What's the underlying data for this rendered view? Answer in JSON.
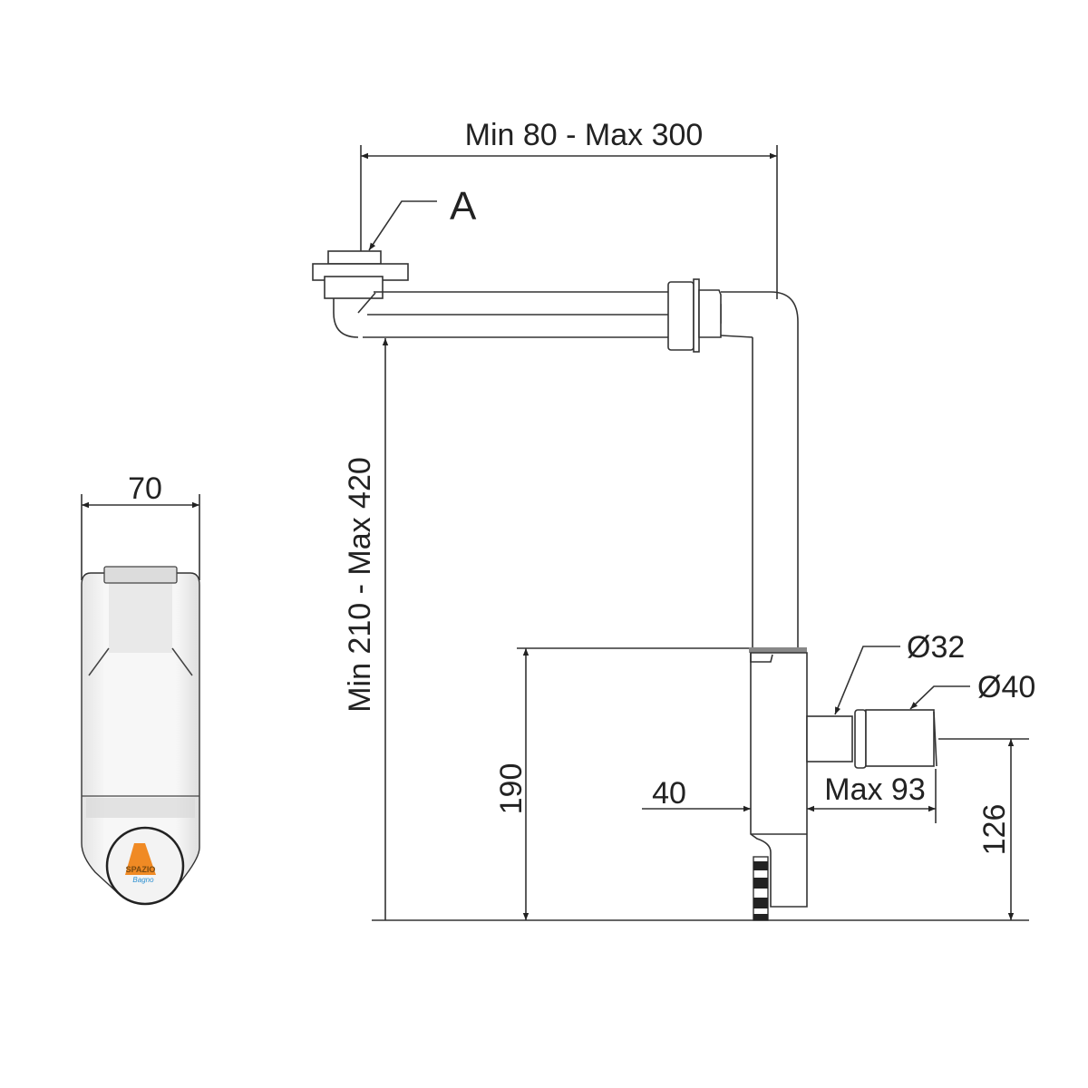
{
  "drawing": {
    "width_dimension": "Min 80 - Max 300",
    "height_dimension": "Min 210 - Max 420",
    "callout_a": "A",
    "side_width": "70",
    "trap_height": "190",
    "offset": "40",
    "outlet_length": "Max 93",
    "outlet_height": "126",
    "diameter_inner": "Ø32",
    "diameter_outer": "Ø40"
  },
  "logo": {
    "text_top": "SPAZIO",
    "text_bottom": "Bagno"
  },
  "colors": {
    "line": "#333333",
    "logo_orange": "#f08a24",
    "logo_blue": "#2a8fd0"
  }
}
